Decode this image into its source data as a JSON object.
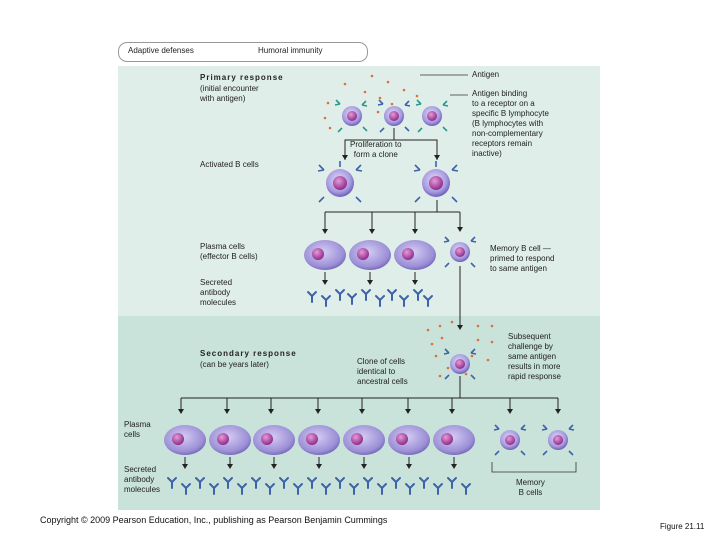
{
  "header": {
    "left": "Adaptive defenses",
    "right": "Humoral immunity"
  },
  "labels": {
    "antigen": "Antigen",
    "primary_title": "Primary response",
    "primary_sub": "(initial encounter\nwith antigen)",
    "antigen_binding": "Antigen binding\nto a receptor on a\nspecific B lymphocyte\n(B lymphocytes with\nnon-complementary\nreceptors remain\ninactive)",
    "proliferation": "Proliferation to\nform a clone",
    "activated": "Activated B cells",
    "plasma_effector": "Plasma cells\n(effector B cells)",
    "memory_primed": "Memory B cell —\nprimed to respond\nto same antigen",
    "secreted_top": "Secreted\nantibody\nmolecules",
    "secondary_title": "Secondary response",
    "secondary_sub": "(can be years later)",
    "subsequent": "Subsequent\nchallenge by\nsame antigen\nresults in more\nrapid response",
    "clone": "Clone of cells\nidentical to\nancestral cells",
    "plasma_bottom": "Plasma\ncells",
    "secreted_bottom": "Secreted\nantibody\nmolecules",
    "memory_cells": "Memory\nB cells"
  },
  "footer": {
    "copyright": "Copyright © 2009 Pearson Education, Inc., publishing as Pearson Benjamin Cummings",
    "figure": "Figure 21.11"
  },
  "colors": {
    "panel_top": "#e0eeea",
    "panel_bottom": "#c9e2da",
    "cell_purple": "#9b8fd6",
    "nucleus": "#b64ca8",
    "antibody": "#3e63a8",
    "receptor_teal": "#2a9a8a",
    "antigen_dot": "#e0703a"
  }
}
